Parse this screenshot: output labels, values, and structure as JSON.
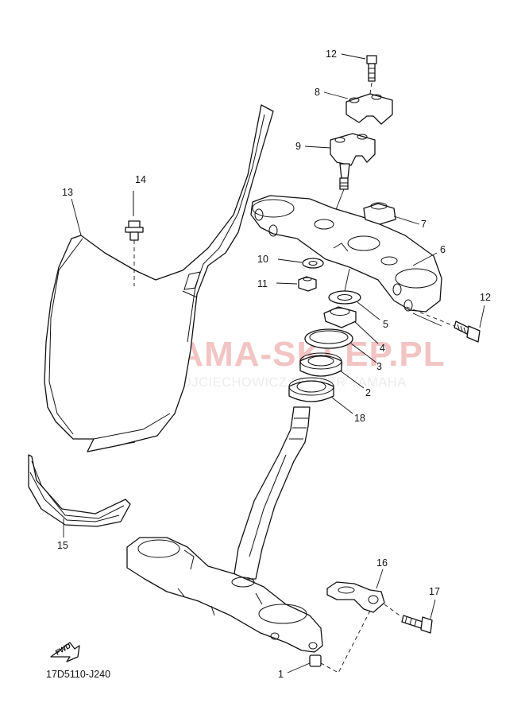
{
  "watermark": {
    "main": "YAMA-SKLEP.PL",
    "sub": "WOJCIECHOWICZ DEALER YAMAHA"
  },
  "diagram_code": "17D5110-J240",
  "fwd_label": "FWD",
  "callouts": {
    "p1": "1",
    "p2": "2",
    "p3": "3",
    "p4": "4",
    "p5": "5",
    "p6": "6",
    "p7": "7",
    "p8": "8",
    "p9": "9",
    "p10": "10",
    "p11": "11",
    "p12a": "12",
    "p12b": "12",
    "p13": "13",
    "p14": "14",
    "p15": "15",
    "p16": "16",
    "p17": "17",
    "p18": "18"
  },
  "colors": {
    "line": "#111111",
    "watermark_red": "#f2c4c4",
    "watermark_grey": "#ececec"
  }
}
